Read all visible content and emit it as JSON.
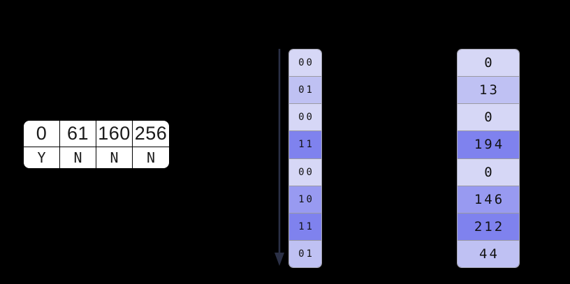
{
  "colors": {
    "background": "#000000",
    "palette": {
      "lightest": "#d6d7f6",
      "light": "#bfc1f3",
      "medium": "#989af1",
      "dark": "#7f82ee"
    },
    "arrow": "#2b3046",
    "check": "#181818",
    "table_bg": "#ffffff",
    "cell_border": "#9a9aa2"
  },
  "lookup_table": {
    "columns": [
      "0",
      "61",
      "160",
      "256"
    ],
    "flags": [
      "Y",
      "N",
      "N",
      "N"
    ]
  },
  "history_column": {
    "rows": [
      {
        "bits": "00",
        "tone": "lightest",
        "checked": true
      },
      {
        "bits": "01",
        "tone": "light",
        "checked": false
      },
      {
        "bits": "00",
        "tone": "lightest",
        "checked": true
      },
      {
        "bits": "11",
        "tone": "dark",
        "checked": false
      },
      {
        "bits": "00",
        "tone": "lightest",
        "checked": true
      },
      {
        "bits": "10",
        "tone": "medium",
        "checked": false
      },
      {
        "bits": "11",
        "tone": "dark",
        "checked": false
      },
      {
        "bits": "01",
        "tone": "light",
        "checked": false
      }
    ]
  },
  "value_column": {
    "rows": [
      {
        "value": "0",
        "tone": "lightest",
        "checked": false
      },
      {
        "value": "13",
        "tone": "light",
        "checked": true
      },
      {
        "value": "0",
        "tone": "lightest",
        "checked": false
      },
      {
        "value": "194",
        "tone": "dark",
        "checked": false
      },
      {
        "value": "0",
        "tone": "lightest",
        "checked": false
      },
      {
        "value": "146",
        "tone": "medium",
        "checked": false
      },
      {
        "value": "212",
        "tone": "dark",
        "checked": false
      },
      {
        "value": "44",
        "tone": "light",
        "checked": false
      }
    ]
  }
}
